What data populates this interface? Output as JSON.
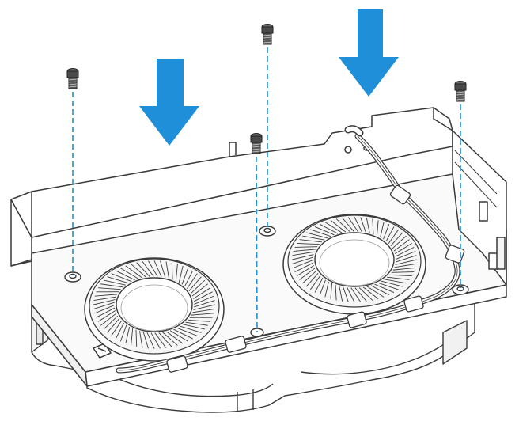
{
  "diagram": {
    "subject": "fan-bracket-assembly",
    "screw_count": 4,
    "arrow_count": 2,
    "fan_count": 2
  },
  "colors": {
    "background": "#ffffff",
    "line": "#3a3a3a",
    "light_fill": "#f6f6f6",
    "screw": "#4a4a4a",
    "guide": "#1e90d6",
    "arrow": "#1e8fd8"
  },
  "icons": {
    "arrow": "down-arrow-icon",
    "screw": "screw-icon",
    "fan": "blower-fan-icon",
    "cable": "cable-icon"
  }
}
